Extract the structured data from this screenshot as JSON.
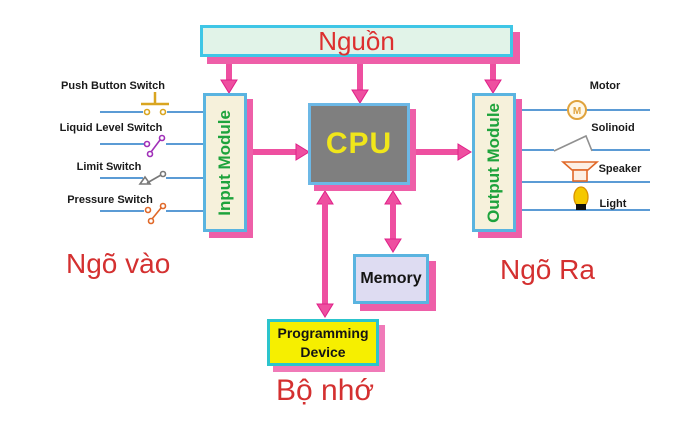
{
  "diagram": {
    "power_label": "Nguồn",
    "input_module_label": "Input Module",
    "cpu_label": "CPU",
    "output_module_label": "Output Module",
    "memory_label": "Memory",
    "programming_device_label": "Programming Device",
    "caption_input": "Ngõ vào",
    "caption_output": "Ngõ Ra",
    "caption_memory": "Bộ nhớ",
    "inputs": [
      {
        "label": "Push Button Switch",
        "icon": "push-button-switch-icon"
      },
      {
        "label": "Liquid Level Switch",
        "icon": "liquid-level-switch-icon"
      },
      {
        "label": "Limit Switch",
        "icon": "limit-switch-icon"
      },
      {
        "label": "Pressure Switch",
        "icon": "pressure-switch-icon"
      }
    ],
    "outputs": [
      {
        "label": "Motor",
        "icon": "motor-icon"
      },
      {
        "label": "Solinoid",
        "icon": "solinoid-icon"
      },
      {
        "label": "Speaker",
        "icon": "speaker-icon"
      },
      {
        "label": "Light",
        "icon": "light-icon"
      }
    ],
    "motor_symbol": "M",
    "colors": {
      "arrow_pink": "#ee4fa0",
      "arrow_edge": "#e02088",
      "shadow_pink": "#ee5fa8",
      "border_cyan": "#3fc6e6",
      "border_blue": "#5ab4e0",
      "wire_blue": "#5b9bd5",
      "power_fill": "#e1f3e8",
      "module_fill": "#f6f1db",
      "cpu_fill": "#7f7f7f",
      "memory_fill": "#dedcf2",
      "programming_fill": "#f6ef00",
      "module_text_green": "#1ea33c",
      "cpu_text_yellow": "#f0e61a",
      "caption_red": "#d43030"
    }
  }
}
